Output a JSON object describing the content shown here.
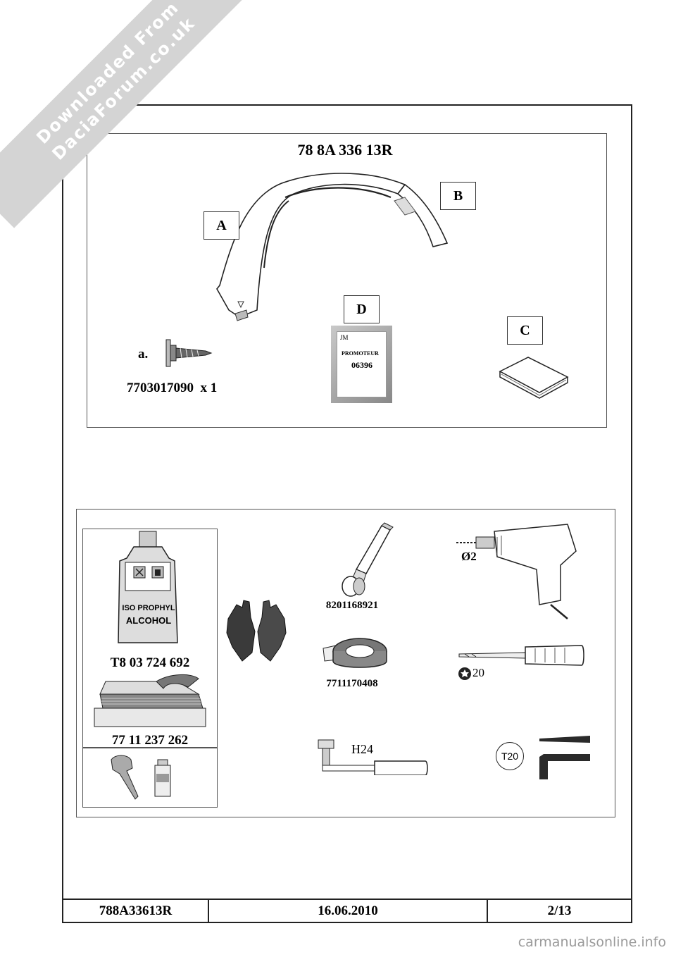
{
  "watermark": {
    "line1": "Downloaded From",
    "line2": "DaciaForum.co.uk"
  },
  "kit": {
    "reference": "78 8A 336 13R",
    "labels": {
      "a_letter": "A",
      "b_letter": "B",
      "c_letter": "C",
      "d_letter": "D"
    },
    "fastener": {
      "index": "a.",
      "part_number": "7703017090",
      "quantity": "x 1"
    },
    "box_d": {
      "line1": "JM",
      "line2": "PROMOTEUR",
      "line3": "06396"
    }
  },
  "tools": {
    "alcohol_bottle": {
      "line1": "ISO PROPHYL",
      "line2": "ALCOHOL",
      "part_number": "T8 03 724 692"
    },
    "wipes": {
      "part_number": "77 11 237 262"
    },
    "roller": {
      "part_number": "8201168921"
    },
    "tape": {
      "part_number": "7711170408"
    },
    "drill": {
      "size": "Ø2"
    },
    "screwdriver": {
      "size": "20"
    },
    "socket_wrench": {
      "size": "H24"
    },
    "torx_key": {
      "size": "T20"
    }
  },
  "footer": {
    "reference": "788A33613R",
    "date": "16.06.2010",
    "page": "2/13"
  },
  "site_watermark": "carmanualsonline.info",
  "colors": {
    "frame": "#222222",
    "watermark_band": "#d4d4d4",
    "glove": "#3a3a3a"
  }
}
